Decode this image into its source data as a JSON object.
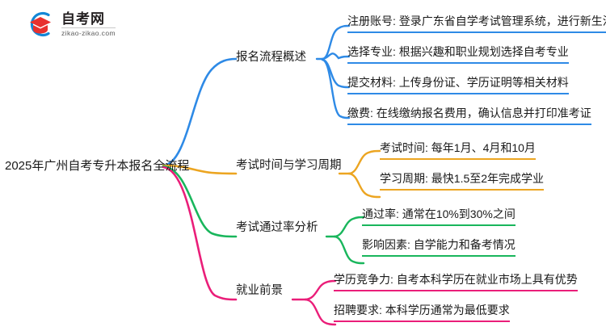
{
  "logo": {
    "name_cn": "自考网",
    "domain": "zikao-zikao.com",
    "mark_icon": "graduation-cap-icon"
  },
  "mindmap": {
    "root": "2025年广州自考专升本报名全流程",
    "colors": {
      "blue": "#2e8ae6",
      "orange": "#eca521",
      "green": "#19b65c",
      "pink": "#ea1e79"
    },
    "branches": [
      {
        "label": "报名流程概述",
        "color": "#2e8ae6",
        "leaves": [
          "注册账号: 登录广东省自学考试管理系统，进行新生注册",
          "选择专业: 根据兴趣和职业规划选择自考专业",
          "提交材料: 上传身份证、学历证明等相关材料",
          "缴费: 在线缴纳报名费用，确认信息并打印准考证"
        ]
      },
      {
        "label": "考试时间与学习周期",
        "color": "#eca521",
        "leaves": [
          "考试时间: 每年1月、4月和10月",
          "学习周期: 最快1.5至2年完成学业"
        ]
      },
      {
        "label": "考试通过率分析",
        "color": "#19b65c",
        "leaves": [
          "通过率: 通常在10%到30%之间",
          "影响因素: 自学能力和备考情况"
        ]
      },
      {
        "label": "就业前景",
        "color": "#ea1e79",
        "leaves": [
          "学历竞争力: 自考本科学历在就业市场上具有优势",
          "招聘要求: 本科学历通常为最低要求"
        ]
      }
    ]
  }
}
